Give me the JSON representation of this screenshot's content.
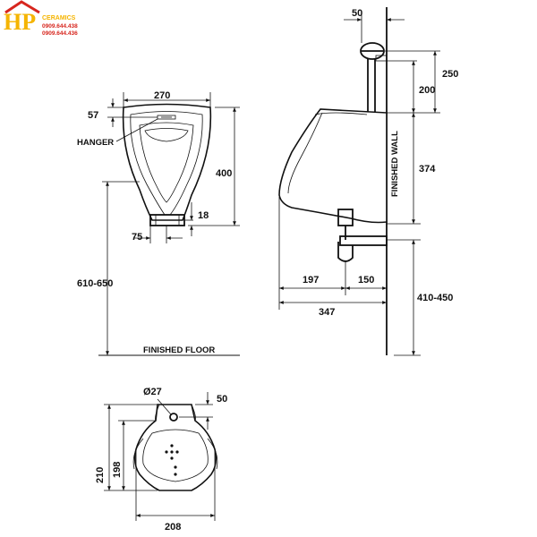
{
  "brand": {
    "logo_letters": "HP",
    "name": "CERAMICS",
    "phone_1": "0909.644.438",
    "phone_2": "0909.644.436",
    "colors": {
      "logo_yellow": "#f5b400",
      "logo_red": "#d7261e",
      "drawing": "#111111"
    }
  },
  "front_view": {
    "width_top": "270",
    "hanger_offset": "57",
    "hanger_label": "HANGER",
    "height": "400",
    "outlet_height": "18",
    "outlet_offset": "75",
    "mount_height": "610-650",
    "floor_label": "FINISHED FLOOR"
  },
  "side_view": {
    "valve_offset": "50",
    "valve_height": "250",
    "inlet_height": "200",
    "body_height": "374",
    "wall_label": "FINISHED WALL",
    "depth_front": "197",
    "depth_outlet": "150",
    "depth_total": "347",
    "outlet_floor_height": "410-450"
  },
  "top_view": {
    "inlet_diameter": "Ø27",
    "inlet_offset": "50",
    "bowl_depth": "198",
    "total_depth": "210",
    "width": "208"
  }
}
